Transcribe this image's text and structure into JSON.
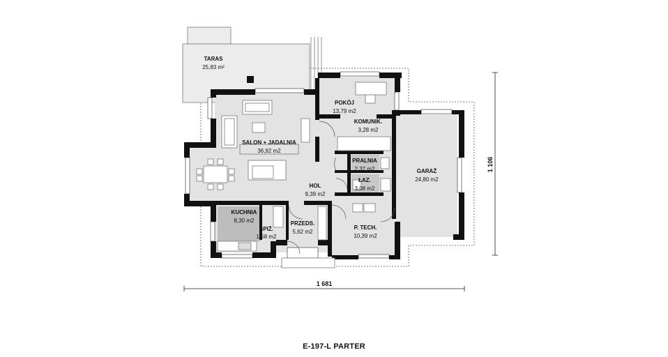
{
  "plan_title": "E-197-L PARTER",
  "dimensions": {
    "width": "1 681",
    "depth": "1 106"
  },
  "rooms": [
    {
      "id": "taras",
      "name": "TARAS",
      "area": "25,83 m²"
    },
    {
      "id": "salon",
      "name": "SALON + JADALNIA",
      "area": "36,92 m2"
    },
    {
      "id": "pokoj",
      "name": "POKÓJ",
      "area": "13,79 m2"
    },
    {
      "id": "komunik",
      "name": "KOMUNIK.",
      "area": "3,28 m2"
    },
    {
      "id": "pralnia",
      "name": "PRALNIA",
      "area": "2,37 m2"
    },
    {
      "id": "laz",
      "name": "ŁAZ.",
      "area": "3,08 m2"
    },
    {
      "id": "hol",
      "name": "HOL",
      "area": "9,39 m2"
    },
    {
      "id": "garaz",
      "name": "GARAŻ",
      "area": "24,80 m2"
    },
    {
      "id": "kuchnia",
      "name": "KUCHNIA",
      "area": "8,30 m2"
    },
    {
      "id": "spiz",
      "name": "SPIŻ.",
      "area": "1,58 m2"
    },
    {
      "id": "przeds",
      "name": "PRZEDS.",
      "area": "5,62 m2"
    },
    {
      "id": "ptech",
      "name": "P. TECH.",
      "area": "10,39 m2"
    }
  ],
  "colors": {
    "wall": "#111111",
    "floor": "#e3e3e3",
    "furniture_fill": "#ffffff",
    "outline": "#777777"
  }
}
